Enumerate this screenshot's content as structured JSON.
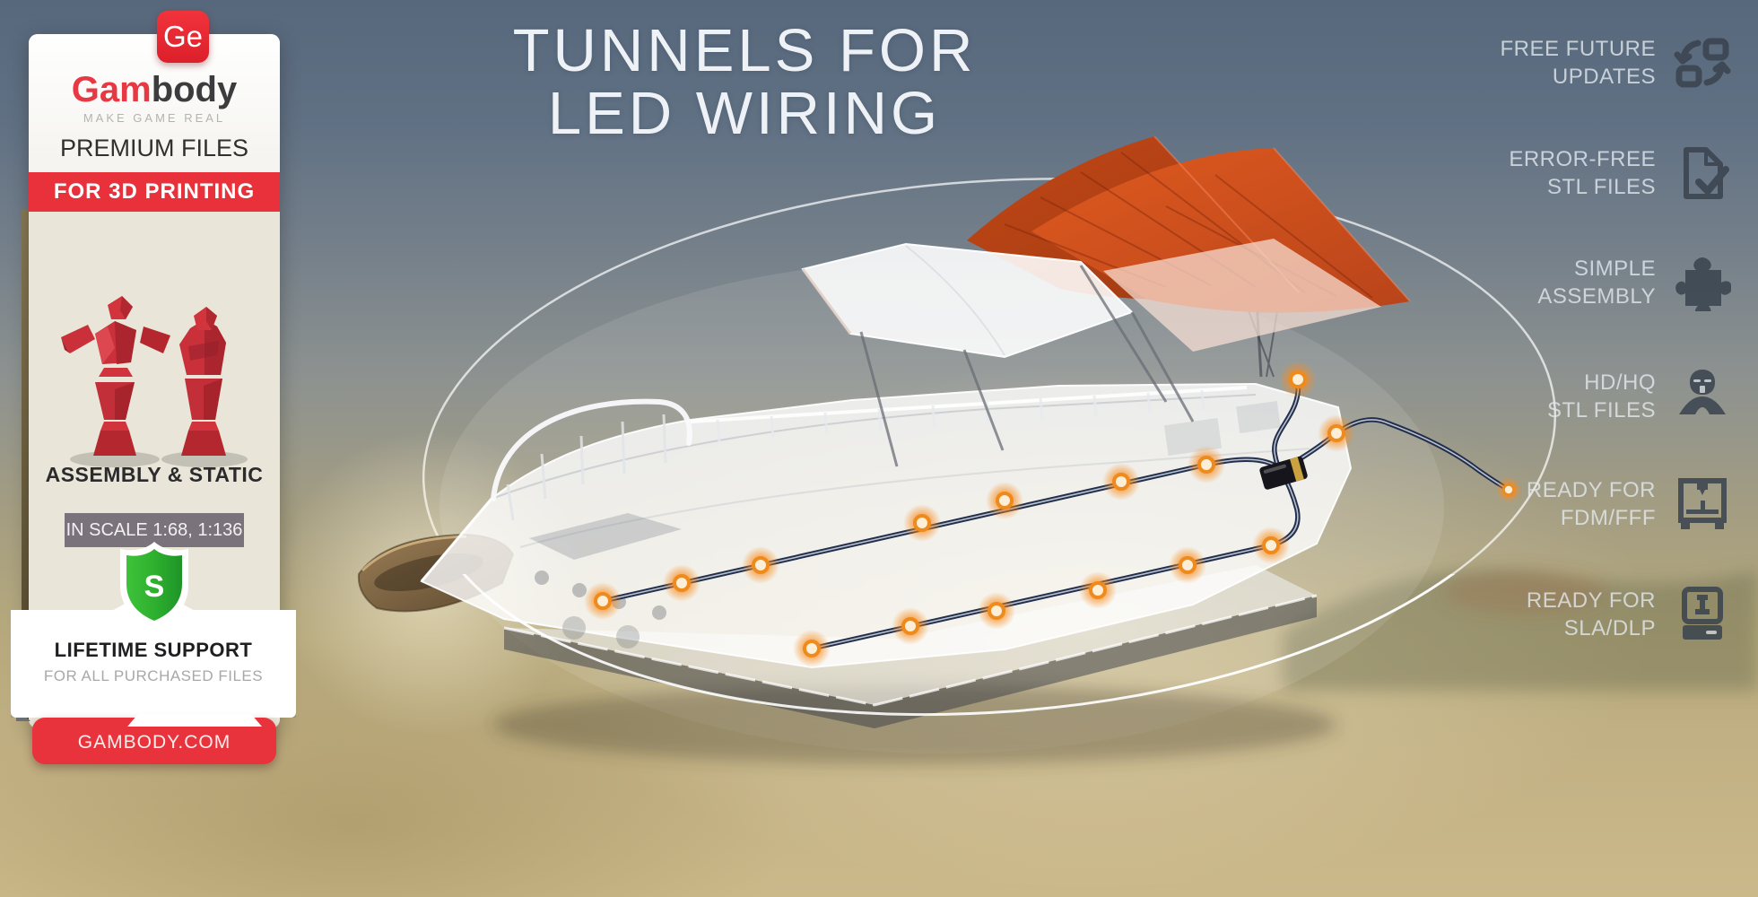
{
  "brand": {
    "logo_badge": "Ge",
    "name_part1": "Gam",
    "name_part2": "body",
    "tagline": "MAKE GAME REAL",
    "line_premium": "PREMIUM FILES",
    "line_for3d": "FOR 3D PRINTING",
    "assembly_label": "ASSEMBLY & STATIC",
    "scale_label": "IN SCALE 1:68, 1:136",
    "shield_letter": "S",
    "support_title": "LIFETIME SUPPORT",
    "support_subtitle": "FOR ALL PURCHASED FILES",
    "website": "GAMBODY.COM"
  },
  "hero": {
    "title_line1": "TUNNELS FOR",
    "title_line2": "LED WIRING"
  },
  "benefits": [
    {
      "line1": "FREE FUTURE",
      "line2": "UPDATES",
      "icon": "sync-icon"
    },
    {
      "line1": "ERROR-FREE",
      "line2": "STL FILES",
      "icon": "document-check-icon"
    },
    {
      "line1": "SIMPLE",
      "line2": "ASSEMBLY",
      "icon": "puzzle-icon"
    },
    {
      "line1": "HD/HQ",
      "line2": "STL FILES",
      "icon": "helmet-icon"
    },
    {
      "line1": "READY FOR",
      "line2": "FDM/FFF",
      "icon": "fdm-printer-icon"
    },
    {
      "line1": "READY FOR",
      "line2": "SLA/DLP",
      "icon": "sla-printer-icon"
    }
  ],
  "colors": {
    "brand_red": "#e8313b",
    "led_orange": "#ef8a1c",
    "wire_navy": "#232f4a",
    "shield_green": "#2fb52f",
    "sail_orange": "#d2531f",
    "scale_badge_gray": "#7b737b"
  },
  "wiring": {
    "led_count": 16,
    "led_dots": [
      [
        672,
        670,
        1
      ],
      [
        760,
        650,
        1
      ],
      [
        848,
        630,
        1
      ],
      [
        1028,
        583,
        1
      ],
      [
        1120,
        558,
        1
      ],
      [
        1250,
        537,
        1
      ],
      [
        1345,
        518,
        1
      ],
      [
        905,
        723,
        1
      ],
      [
        1015,
        698,
        1
      ],
      [
        1111,
        681,
        1
      ],
      [
        1224,
        658,
        1
      ],
      [
        1324,
        630,
        1
      ],
      [
        1417,
        608,
        1
      ],
      [
        1447,
        423,
        1
      ],
      [
        1490,
        483,
        1
      ],
      [
        1682,
        546,
        0.7
      ]
    ]
  }
}
